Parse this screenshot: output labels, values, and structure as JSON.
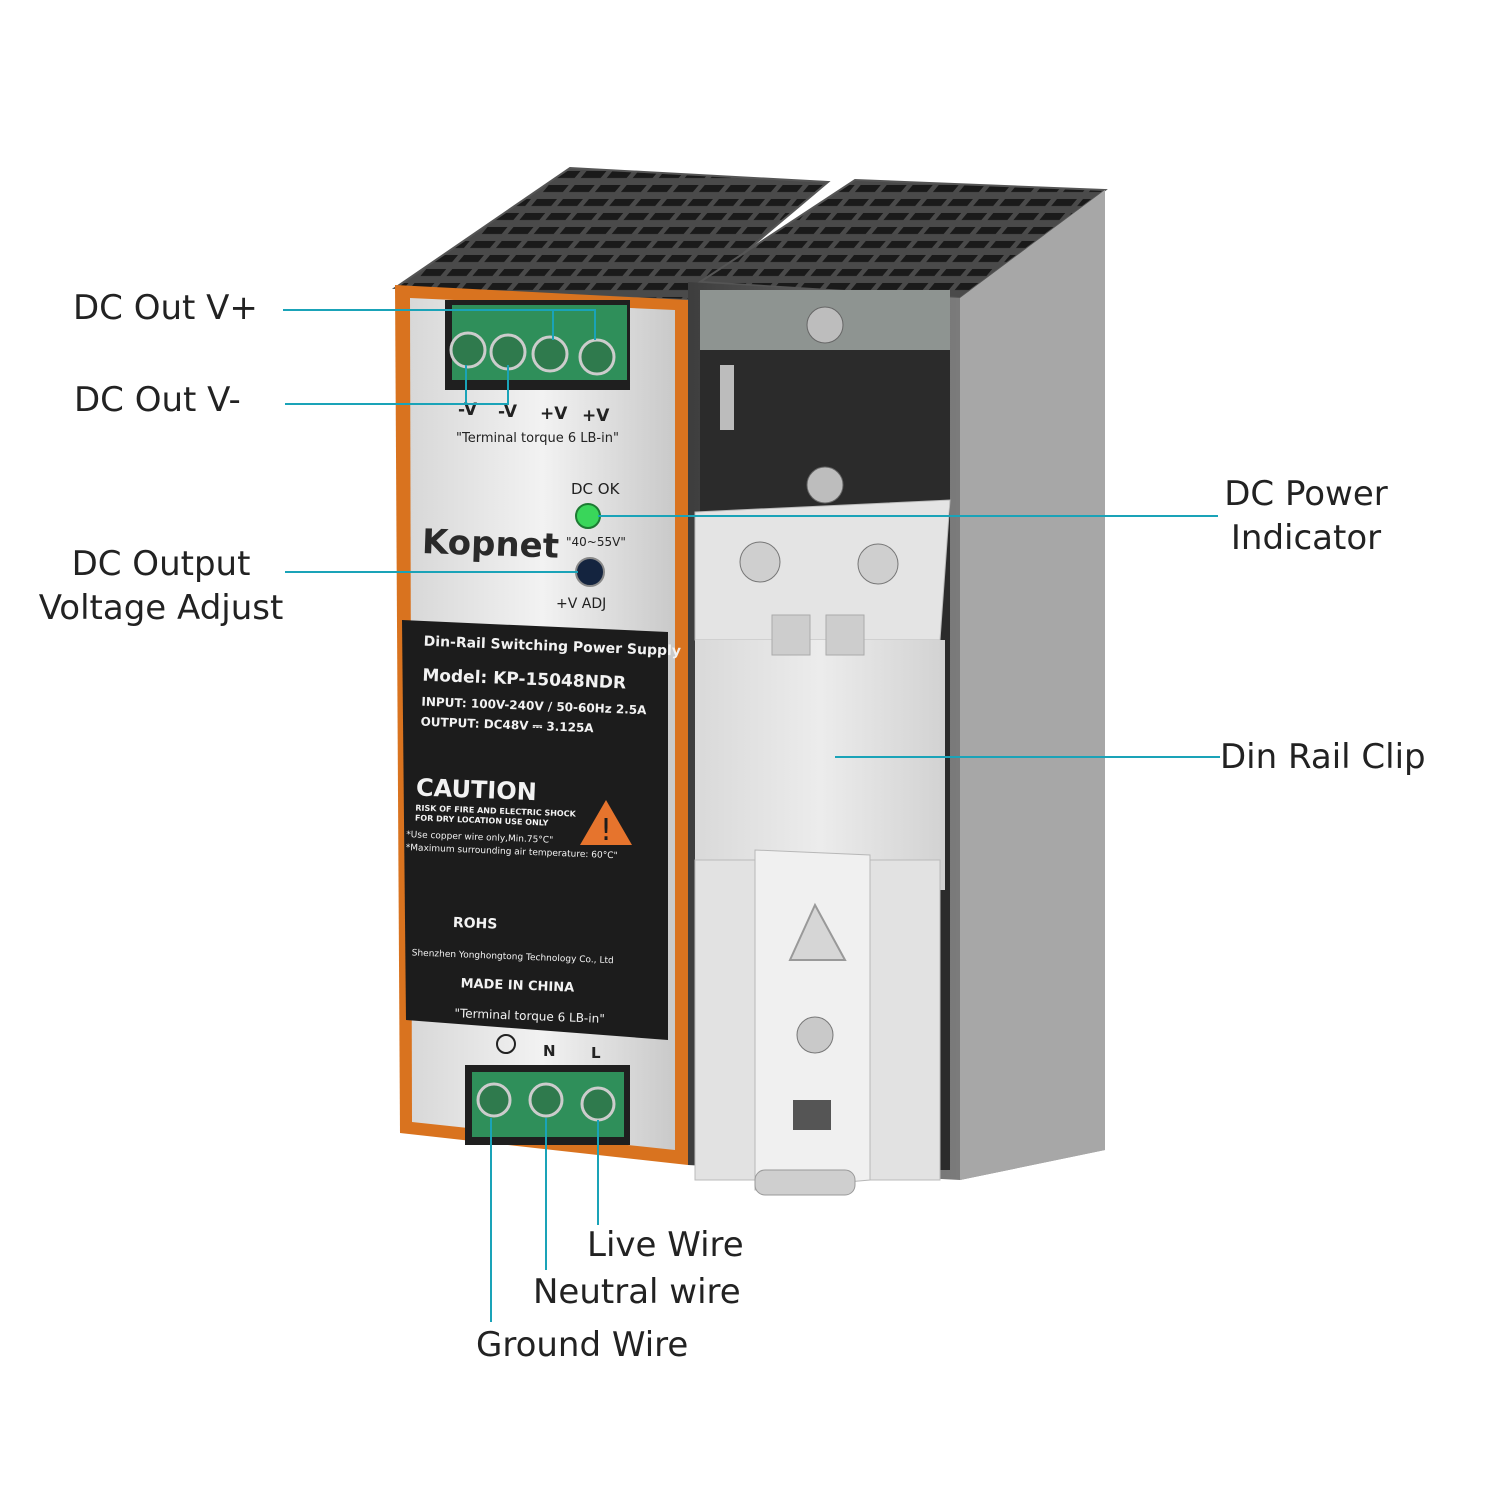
{
  "callouts": {
    "dc_out_vplus": "DC Out  V+",
    "dc_out_vminus": "DC Out  V-",
    "dc_output_adjust_line1": "DC Output",
    "dc_output_adjust_line2": "Voltage Adjust",
    "dc_power_indicator_line1": "DC Power",
    "dc_power_indicator_line2": "Indicator",
    "din_rail_clip": "Din Rail Clip",
    "live_wire": "Live Wire",
    "neutral_wire": "Neutral wire",
    "ground_wire": "Ground Wire"
  },
  "product": {
    "terminal_labels_top": [
      "-V",
      "-V",
      "+V",
      "+V"
    ],
    "terminal_torque_top": "\"Terminal torque 6 LB-in\"",
    "dc_ok": "DC OK",
    "brand": "Kopnet",
    "voltage_range": "\"40~55V\"",
    "adj_label": "+V  ADJ",
    "title": "Din-Rail Switching Power Supply",
    "model": "Model: KP-15048NDR",
    "input": "INPUT: 100V-240V / 50-60Hz 2.5A",
    "output": "OUTPUT: DC48V ⎓ 3.125A",
    "caution": "CAUTION",
    "caution_line1": "RISK OF FIRE AND ELECTRIC SHOCK",
    "caution_line2": "FOR DRY LOCATION USE ONLY",
    "note1": "*Use copper wire only,Min.75°C\"",
    "note2": "*Maximum surrounding air temperature: 60°C\"",
    "certs": "ROHS",
    "manufacturer": "Shenzhen Yonghongtong Technology Co., Ltd",
    "made_in": "MADE IN CHINA",
    "terminal_torque_bottom": "\"Terminal torque 6 LB-in\"",
    "input_labels": [
      "N",
      "L"
    ]
  },
  "colors": {
    "accent_line": "#1aa3b8",
    "orange_trim": "#d9731f",
    "led": "#39d65a"
  }
}
